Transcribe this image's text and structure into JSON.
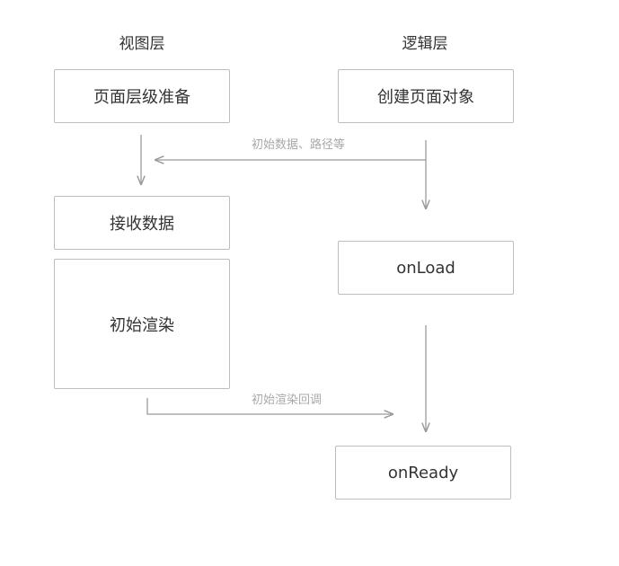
{
  "columns": {
    "view_layer": "视图层",
    "logic_layer": "逻辑层"
  },
  "view_nodes": {
    "prepare_levels": "页面层级准备",
    "receive_data": "接收数据",
    "initial_render": "初始渲染"
  },
  "logic_nodes": {
    "create_page_object": "创建页面对象",
    "on_load": "onLoad",
    "on_ready": "onReady"
  },
  "edges": {
    "initial_data_label": "初始数据、路径等",
    "initial_render_callback_label": "初始渲染回调"
  },
  "colors": {
    "box_border": "#bdbdbd",
    "arrow": "#9a9a9a",
    "text": "#333333",
    "edge_label": "#a8a8a8"
  }
}
